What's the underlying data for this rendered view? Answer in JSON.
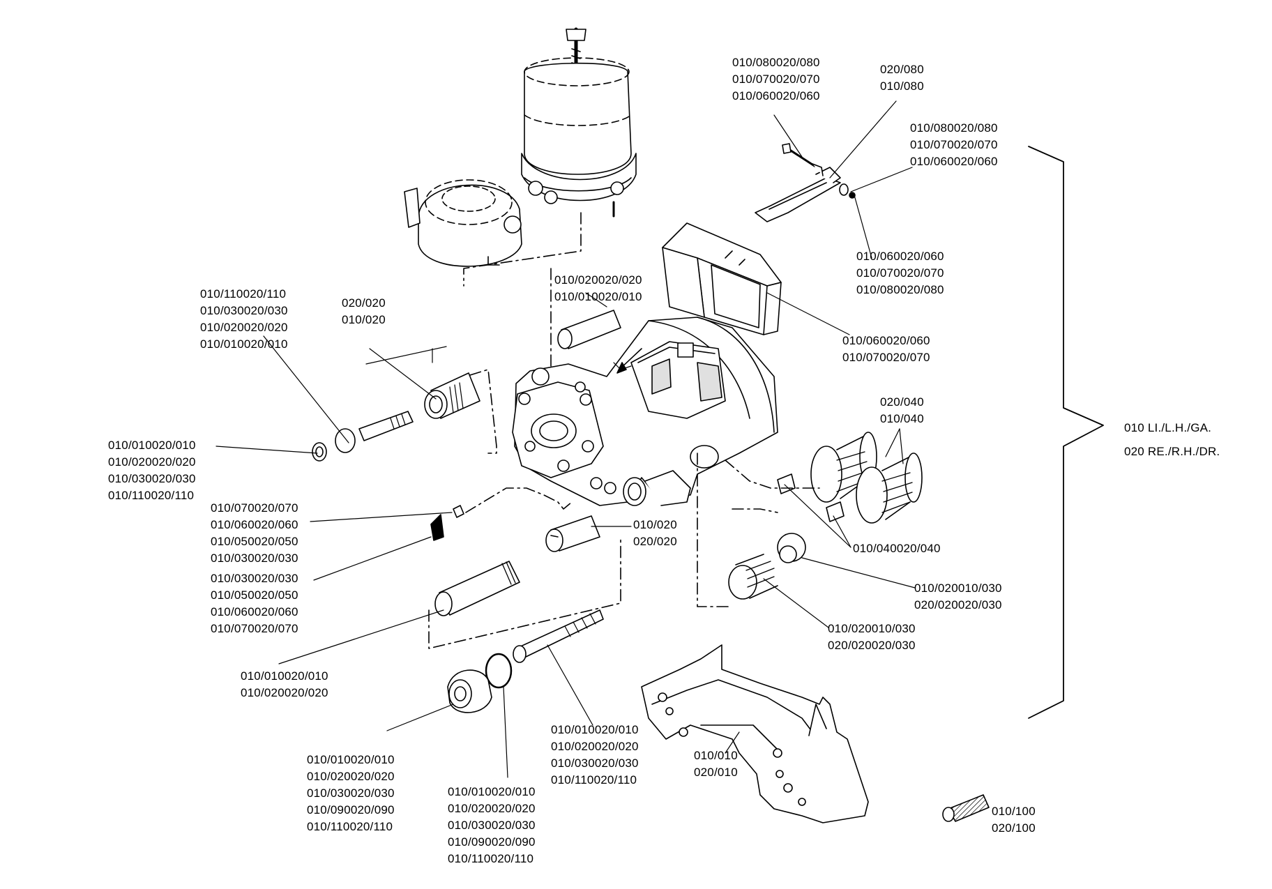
{
  "callouts": {
    "c1": [
      "010/080020/080",
      "010/070020/070",
      "010/060020/060"
    ],
    "c2": [
      "020/080",
      "010/080"
    ],
    "c3": [
      "010/080020/080",
      "010/070020/070",
      "010/060020/060"
    ],
    "c4": [
      "010/060020/060",
      "010/070020/070",
      "010/080020/080"
    ],
    "c5": [
      "010/020020/020",
      "010/010020/010"
    ],
    "c6": [
      "010/110020/110",
      "010/030020/030",
      "010/020020/020",
      "010/010020/010"
    ],
    "c7": [
      "020/020",
      "010/020"
    ],
    "c8": [
      "010/060020/060",
      "010/070020/070"
    ],
    "c9": [
      "020/040",
      "010/040"
    ],
    "c10": [
      "010/010020/010",
      "010/020020/020",
      "010/030020/030",
      "010/110020/110"
    ],
    "c11": [
      "010/070020/070",
      "010/060020/060",
      "010/050020/050",
      "010/030020/030"
    ],
    "c12": [
      "010/020",
      "020/020"
    ],
    "c13": [
      "010/040020/040"
    ],
    "c14": [
      "010/030020/030",
      "010/050020/050",
      "010/060020/060",
      "010/070020/070"
    ],
    "c15": [
      "010/020010/030",
      "020/020020/030"
    ],
    "c16": [
      "010/020010/030",
      "020/020020/030"
    ],
    "c17": [
      "010/010020/010",
      "010/020020/020"
    ],
    "c18": [
      "010/010020/010",
      "010/020020/020",
      "010/030020/030",
      "010/110020/110"
    ],
    "c19": [
      "010/010",
      "020/010"
    ],
    "c20": [
      "010/010020/010",
      "010/020020/020",
      "010/030020/030",
      "010/090020/090",
      "010/110020/110"
    ],
    "c21": [
      "010/010020/010",
      "010/020020/020",
      "010/030020/030",
      "010/090020/090",
      "010/110020/110"
    ],
    "c22": [
      "010/100",
      "020/100"
    ]
  },
  "legend": {
    "left": "010 LI./L.H./GA.",
    "right": "020 RE./R.H./DR."
  }
}
